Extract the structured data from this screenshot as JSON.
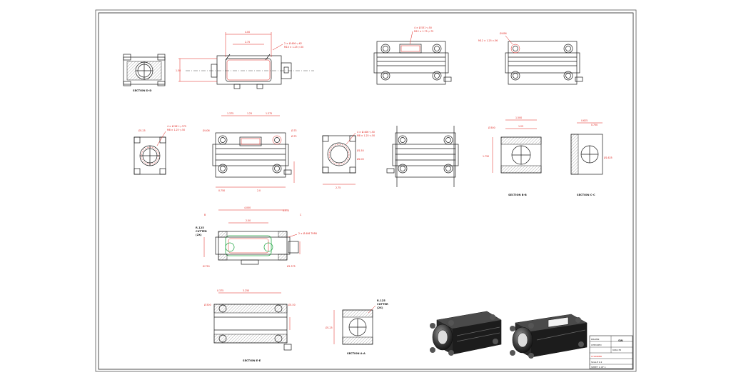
{
  "labels": {
    "section_d": "SECTION D-D",
    "section_bb": "SECTION B-B",
    "section_cc": "SECTION C-C",
    "section_ee": "SECTION E-E",
    "section_aa": "SECTION A-A"
  },
  "dims": {
    "top_overall": "4.00",
    "top_inner": "2.75",
    "top_note_1": "2 × Ø.406 ▽.62",
    "top_note_2": "M10 × 1.25 ▽.50",
    "top_height": "1.50",
    "tr_note_1": "4 × Ø.531 ▽.50",
    "tr_note_2": "M12 × 1.75 ▽.75",
    "fr_note_1": "Ø.656",
    "fr_note_2": "M12 × 1.25 ▽.56",
    "side_dia": "Ø1.25",
    "side_note_1": "4 × Ø.281 ▽.375",
    "side_note_2": "M8 × 1.25 ▽.50",
    "front_w1": "1.375",
    "front_w2": "1.25",
    "front_w3": "1.375",
    "front_d1": "Ø.406",
    "front_d2": "Ø.75",
    "front_d3": "Ø.75",
    "front_bottom_1": "0.750",
    "front_bottom_2": "2.0",
    "end_note_1": "4 × Ø.406 ▽.50",
    "end_note_2": "M8 × 1.25 ▽.50",
    "end_d1": "Ø1.50",
    "end_d2": "Ø2.00",
    "end_w": "2.75",
    "bb_top": "1.500",
    "bb_w": "1.25",
    "bb_d": "Ø.500",
    "bb_h": "1.750",
    "cc_top": "0.625",
    "cc_w": "0.750",
    "cc_d": "Ø1.625",
    "sec_overall": "4.000",
    "sec_inner": "2.50",
    "sec_offset": "0.375",
    "sec_callout_1": "B",
    "sec_callout_2": "C",
    "cutter_note_1": "R.125",
    "cutter_note_2": "CUTTER",
    "cutter_note_3": "(2X)",
    "sec_note": "2 × Ø.406 THRU",
    "sec_d1": "Ø.750",
    "sec_d2": "Ø1.375",
    "ee_overall": "3.250",
    "ee_end": "0.375",
    "ee_d1": "Ø.500",
    "ee_d2": "Ø1.50",
    "aa_note_1": "R.125",
    "aa_note_2": "CUTTER",
    "aa_note_3": "(2X)",
    "aa_d": "Ø1.25"
  },
  "title_block": {
    "drawn_by": "DRAWN",
    "checked": "CHECKED",
    "part_name": "CYLINDER",
    "material": "6061-T6",
    "scale": "SCALE 1:2",
    "sheet": "SHEET 1 OF 1",
    "logo": "SW"
  },
  "colors": {
    "linework": "#1b1b1b",
    "dimension": "#e0201a",
    "highlight": "#2aa84a"
  }
}
